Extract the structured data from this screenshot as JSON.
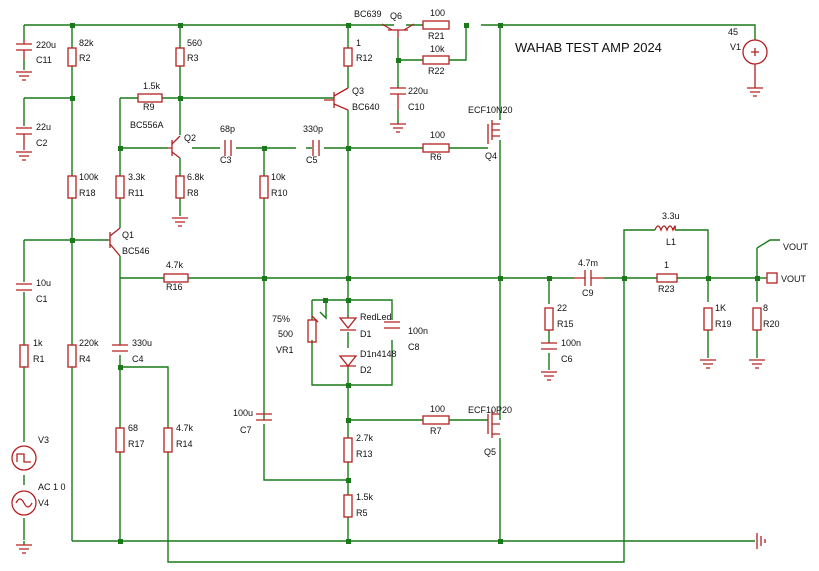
{
  "title": "WAHAB TEST AMP 2024",
  "components": {
    "C11": {
      "value": "220u",
      "ref": "C11"
    },
    "R2": {
      "value": "82k",
      "ref": "R2"
    },
    "R3": {
      "value": "560",
      "ref": "R3"
    },
    "R12": {
      "value": "1",
      "ref": "R12"
    },
    "Q6": {
      "value": "BC639",
      "ref": "Q6"
    },
    "R21": {
      "value": "100",
      "ref": "R21"
    },
    "R22": {
      "value": "10k",
      "ref": "R22"
    },
    "C10": {
      "value": "220u",
      "ref": "C10"
    },
    "V1": {
      "value": "45",
      "ref": "V1"
    },
    "R9": {
      "value": "1.5k",
      "ref": "R9"
    },
    "Q3": {
      "value": "BC640",
      "ref": "Q3"
    },
    "C2": {
      "value": "22u",
      "ref": "C2"
    },
    "Q2": {
      "value": "BC556A",
      "ref": "Q2"
    },
    "C3": {
      "value": "68p",
      "ref": "C3"
    },
    "C5": {
      "value": "330p",
      "ref": "C5"
    },
    "R6": {
      "value": "100",
      "ref": "R6"
    },
    "Q4": {
      "value": "ECF10N20",
      "ref": "Q4"
    },
    "R18": {
      "value": "100k",
      "ref": "R18"
    },
    "R11": {
      "value": "3.3k",
      "ref": "R11"
    },
    "R8": {
      "value": "6.8k",
      "ref": "R8"
    },
    "R10": {
      "value": "10k",
      "ref": "R10"
    },
    "Q1": {
      "value": "BC546",
      "ref": "Q1"
    },
    "L1": {
      "value": "3.3u",
      "ref": "L1"
    },
    "R16": {
      "value": "4.7k",
      "ref": "R16"
    },
    "C9": {
      "value": "4.7m",
      "ref": "C9"
    },
    "R23": {
      "value": "1",
      "ref": "R23"
    },
    "C1": {
      "value": "10u",
      "ref": "C1"
    },
    "VR1": {
      "value": "500",
      "ref": "VR1",
      "setting": "75%"
    },
    "D1": {
      "value": "RedLed",
      "ref": "D1"
    },
    "D2": {
      "value": "D1n4148",
      "ref": "D2"
    },
    "C8": {
      "value": "100n",
      "ref": "C8"
    },
    "R15": {
      "value": "22",
      "ref": "R15"
    },
    "C6": {
      "value": "100n",
      "ref": "C6"
    },
    "R19": {
      "value": "1K",
      "ref": "R19"
    },
    "R20": {
      "value": "8",
      "ref": "R20"
    },
    "R1": {
      "value": "1k",
      "ref": "R1"
    },
    "R4": {
      "value": "220k",
      "ref": "R4"
    },
    "C4": {
      "value": "330u",
      "ref": "C4"
    },
    "C7": {
      "value": "100u",
      "ref": "C7"
    },
    "R7": {
      "value": "100",
      "ref": "R7"
    },
    "Q5": {
      "value": "ECF10P20",
      "ref": "Q5"
    },
    "R17": {
      "value": "68",
      "ref": "R17"
    },
    "R14": {
      "value": "4.7k",
      "ref": "R14"
    },
    "R13": {
      "value": "2.7k",
      "ref": "R13"
    },
    "R5": {
      "value": "1.5k",
      "ref": "R5"
    },
    "V3": {
      "ref": "V3"
    },
    "V4": {
      "value": "AC 1 0",
      "ref": "V4"
    }
  },
  "ports": {
    "vout1": "VOUT",
    "vout2": "VOUT"
  },
  "colors": {
    "wire": "#1a7a1a",
    "component": "#b42020",
    "text": "#111111"
  }
}
